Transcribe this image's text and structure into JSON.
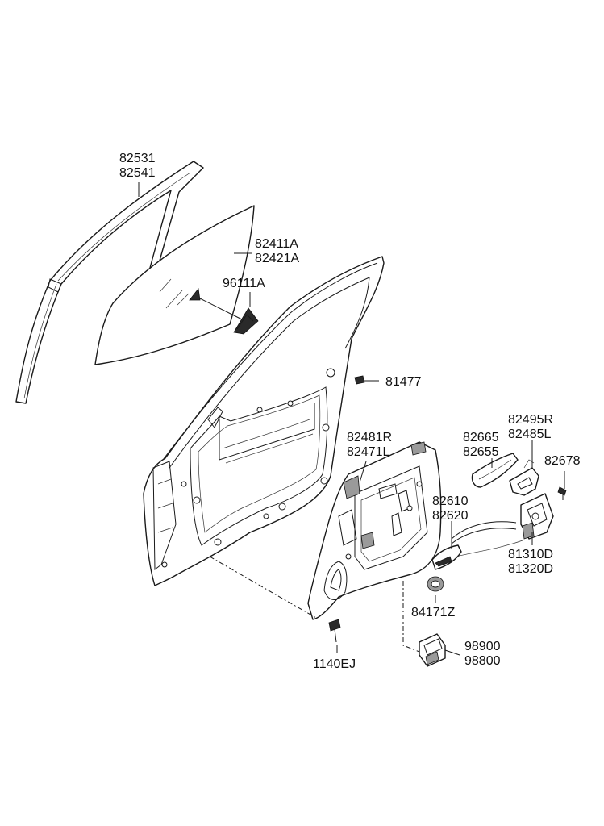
{
  "labels": {
    "channel": [
      "82531",
      "82541"
    ],
    "glass": [
      "82411A",
      "82421A"
    ],
    "delta_glass": "96111A",
    "bolt_small": "81477",
    "module_panel": [
      "82481R",
      "82471L"
    ],
    "outside_handle": [
      "82665",
      "82655"
    ],
    "handle_bracket": [
      "82495R",
      "82485L"
    ],
    "screw_small": "82678",
    "inside_handle": [
      "82610",
      "82620"
    ],
    "latch": [
      "81310D",
      "81320D"
    ],
    "grommet": "84171Z",
    "regulator_motor": [
      "98900",
      "98800"
    ],
    "bolt_bottom": "1140EJ"
  }
}
